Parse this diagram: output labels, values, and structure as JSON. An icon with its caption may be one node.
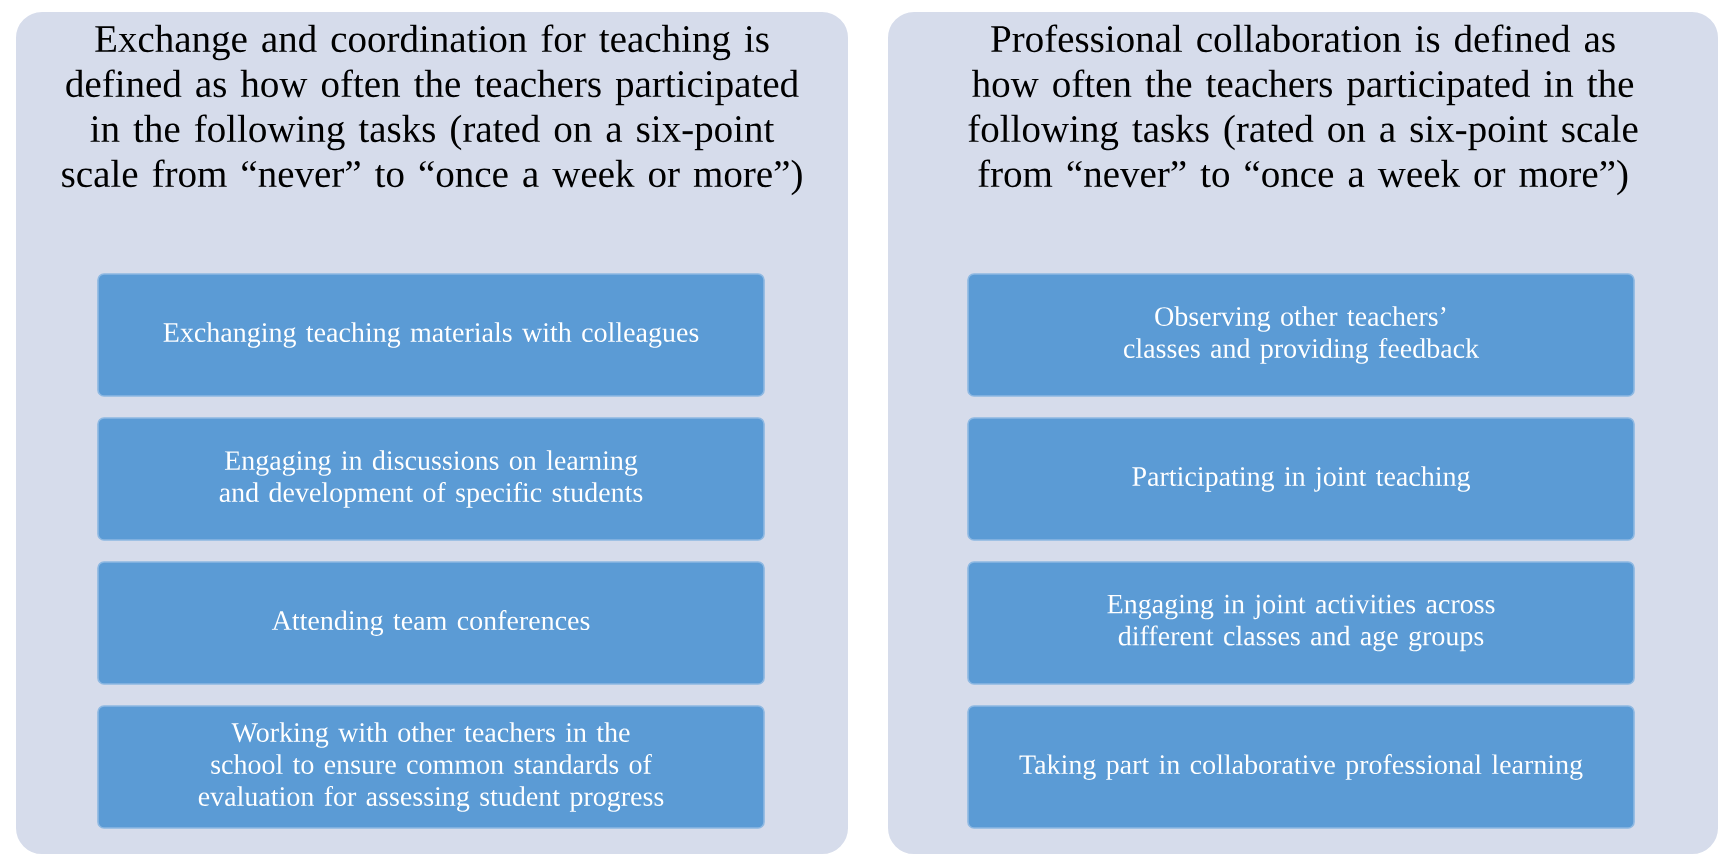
{
  "diagram": {
    "nodes": [
      {
        "text": [
          "Exchange and coordination for teaching is defined as how often the teachers participated in the following tasks (rated on a six-point scale from “never” to “once a week or more”)"
        ]
      },
      {
        "text": [
          "Exchanging teaching materials with colleagues"
        ],
        "in": 0
      },
      {
        "text": [
          "Engaging in discussions on learning and development of specific students"
        ],
        "in": 0
      },
      {
        "text": [
          "Attending team conferences"
        ],
        "in": 0
      },
      {
        "text": [
          "Working with other teachers in the school to ensure common standards of evaluation for assessing student progress"
        ],
        "in": 0
      },
      {
        "text": [
          "Professional collaboration is defined as how often the teachers participated in the following tasks (rated on a six-point scale from “never” to “once a week or more”)"
        ]
      },
      {
        "text": [
          "Observing other teachers’ classes and providing feedback"
        ],
        "in": 5
      },
      {
        "text": [
          "Participating in joint teaching"
        ],
        "in": 5
      },
      {
        "text": [
          "Engaging in joint activities across different classes and age groups"
        ],
        "in": 5
      },
      {
        "text": [
          "Taking part in collaborative professional learning"
        ],
        "in": 5
      }
    ]
  }
}
